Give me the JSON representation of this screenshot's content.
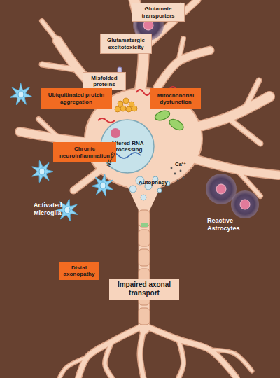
{
  "diagram": {
    "nodes": [
      {
        "text": [
          "Glutamate transporters"
        ]
      },
      {
        "text": [
          "Glutamatergic excitotoxicity"
        ]
      },
      {
        "text": [
          "Misfolded proteins"
        ]
      },
      {
        "text": [
          "Ubiquitinated protein aggregation"
        ]
      },
      {
        "text": [
          "Mitochondrial dysfunction"
        ]
      },
      {
        "text": [
          "Altered RNA processing"
        ]
      },
      {
        "text": [
          "Chronic neuroinflammation"
        ]
      },
      {
        "text": [
          "Distal axonopathy"
        ]
      },
      {
        "text": [
          "Impaired axonal transport"
        ]
      }
    ],
    "labels": [
      "NF-κB",
      "Ca²⁺",
      "Autophagy",
      "Activated Microglia",
      "Reactive Astrocytes"
    ]
  }
}
